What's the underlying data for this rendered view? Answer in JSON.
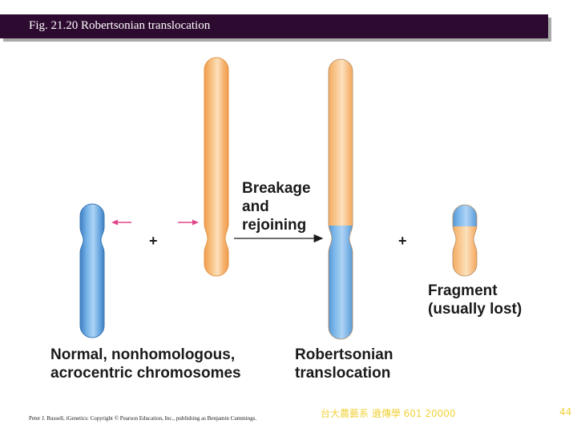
{
  "slide": {
    "title": "Fig. 21.20  Robertsonian translocation",
    "page_number": "44"
  },
  "labels": {
    "process": [
      "Breakage",
      "and",
      "rejoining"
    ],
    "input_caption": [
      "Normal, nonhomologous,",
      "acrocentric chromosomes"
    ],
    "result_caption": [
      "Robertsonian",
      "translocation"
    ],
    "fragment_caption": [
      "Fragment",
      "(usually lost)"
    ],
    "plus_symbol": "+"
  },
  "footer": {
    "credit": "Peter J. Russell, iGenetics: Copyright © Pearson Education, Inc., publishing as Benjamin Cummings.",
    "course": "台大農藝系 遺傳學 601 20000"
  },
  "colors": {
    "title_bar": "#2d0a30",
    "chromosome_blue": "#5a9fdc",
    "chromosome_orange": "#f5b36a",
    "break_arrow": "#e0468c",
    "footer_text": "#f0d23a"
  }
}
